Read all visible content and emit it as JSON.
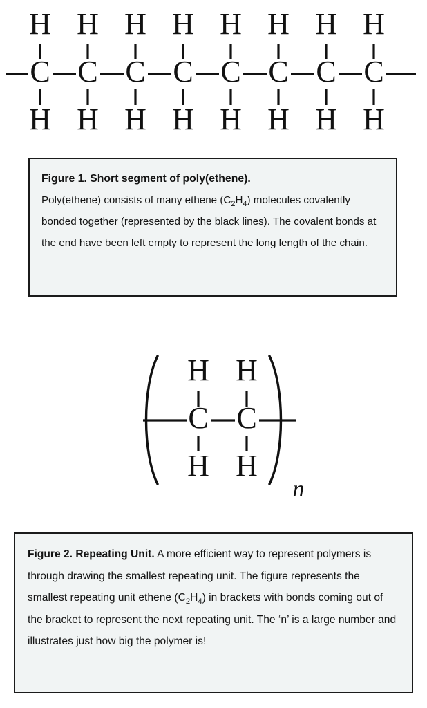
{
  "document": {
    "type": "chemistry-diagram",
    "subject": "poly(ethene) polymer structure"
  },
  "figure1": {
    "structure": {
      "name": "poly-ethene-chain",
      "carbon_count": 8,
      "carbon_label": "C",
      "hydrogen_label": "H",
      "description": "Eight carbon atoms in a horizontal chain, each bonded to one hydrogen above and one hydrogen below, with open bonds at both ends"
    },
    "caption": {
      "title": "Figure 1. Short segment of poly(ethene).",
      "body_part1": "Poly(ethene) consists of many ethene (C",
      "body_sub1": "2",
      "body_part2": "H",
      "body_sub2": "4",
      "body_part3": ") molecules covalently bonded together (represented by the black lines). The covalent bonds at the end have been left empty to represent the long length of the chain."
    }
  },
  "figure2": {
    "structure": {
      "name": "repeating-unit-ethene",
      "carbon_count": 2,
      "carbon_label": "C",
      "hydrogen_label": "H",
      "subscript": "n",
      "bracket_type": "parenthesis",
      "description": "Two carbon atoms bracketed in parentheses, each bonded to two hydrogens, with bonds extending through the brackets"
    },
    "caption": {
      "title": "Figure 2. Repeating Unit.",
      "body_part1": " A more efficient way to represent polymers is through drawing the smallest repeating unit. The figure represents the smallest repeating unit ethene (C",
      "body_sub1": "2",
      "body_part2": "H",
      "body_sub2": "4",
      "body_part3": ") in brackets with bonds coming out of the bracket to represent the next repeating unit. The ‘n’ is a large number and illustrates just how big the polymer is!"
    }
  },
  "colors": {
    "background": "#ffffff",
    "ink": "#111111",
    "caption_fill": "#f1f4f4",
    "caption_border": "#1b1b1b"
  }
}
